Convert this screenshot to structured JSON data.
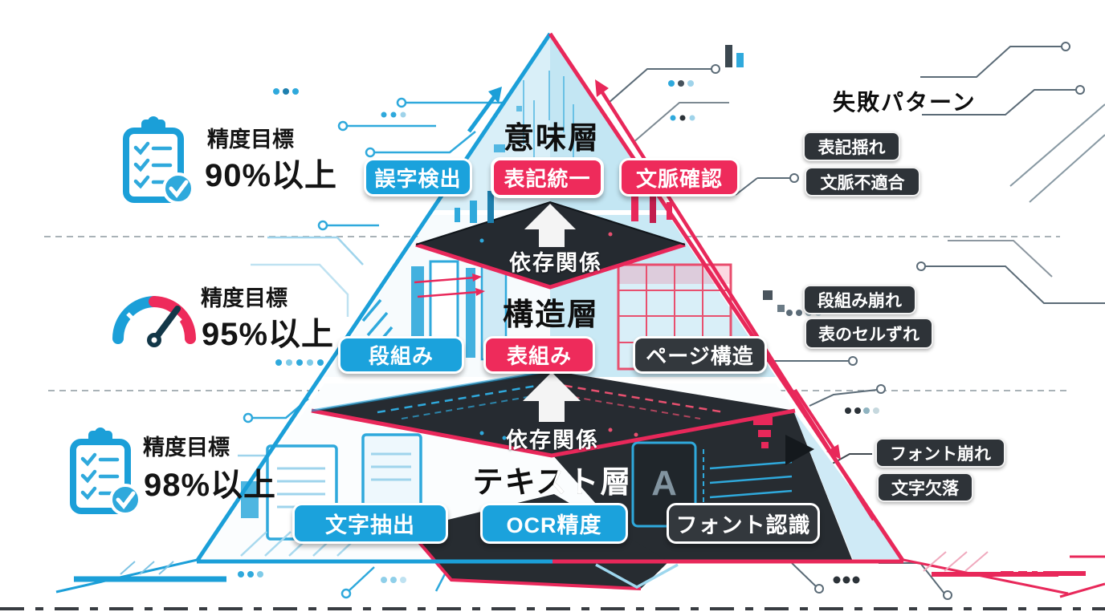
{
  "pyramid": {
    "layers": [
      {
        "heading": "意味層",
        "chips": [
          "誤字検出",
          "表記統一",
          "文脈確認"
        ]
      },
      {
        "heading": "構造層",
        "chips": [
          "段組み",
          "表組み",
          "ページ構造"
        ]
      },
      {
        "heading": "テキスト層",
        "chips": [
          "文字抽出",
          "OCR精度",
          "フォント認識"
        ]
      }
    ],
    "dependency_label": "依存関係",
    "font_sample_letter": "A"
  },
  "accuracy_targets": [
    {
      "icon": "clipboard-check-icon",
      "title": "精度目標",
      "value": "90%以上"
    },
    {
      "icon": "gauge-icon",
      "title": "精度目標",
      "value": "95%以上"
    },
    {
      "icon": "clipboard-check-icon",
      "title": "精度目標",
      "value": "98%以上"
    }
  ],
  "failure_patterns": {
    "heading": "失敗パターン",
    "items": [
      "表記揺れ",
      "文脈不適合",
      "段組み崩れ",
      "表のセルずれ",
      "フォント崩れ",
      "文字欠落"
    ]
  },
  "colors": {
    "blue": "#1ba2dc",
    "pink": "#ee2b5b",
    "dark_chip": "#33383d",
    "band_dark": "#262b31",
    "light_fill": "#cfeaf6"
  }
}
